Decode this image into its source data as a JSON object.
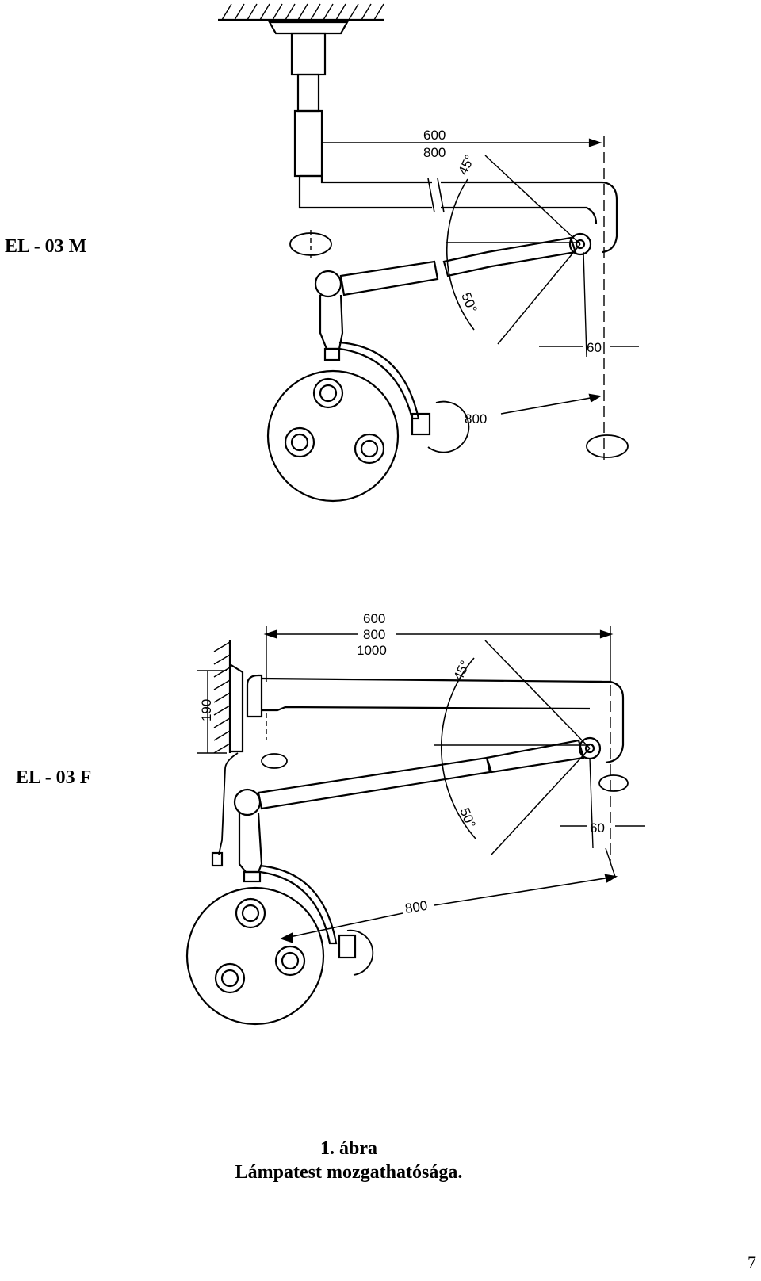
{
  "labels": {
    "top_model": "EL - 03 M",
    "bottom_model": "EL - 03 F"
  },
  "top_dims": {
    "reach_a": "600",
    "reach_b": "800",
    "angle_up": "45°",
    "angle_down": "50°",
    "offset": "60",
    "arm": "800"
  },
  "bottom_dims": {
    "reach_a": "600",
    "reach_b": "800",
    "reach_c": "1000",
    "height": "190",
    "angle_up": "45°",
    "angle_down": "50°",
    "offset": "60",
    "arm": "800"
  },
  "caption": {
    "line1": "1. ábra",
    "line2": "Lámpatest mozgathatósága."
  },
  "page_number": "7"
}
